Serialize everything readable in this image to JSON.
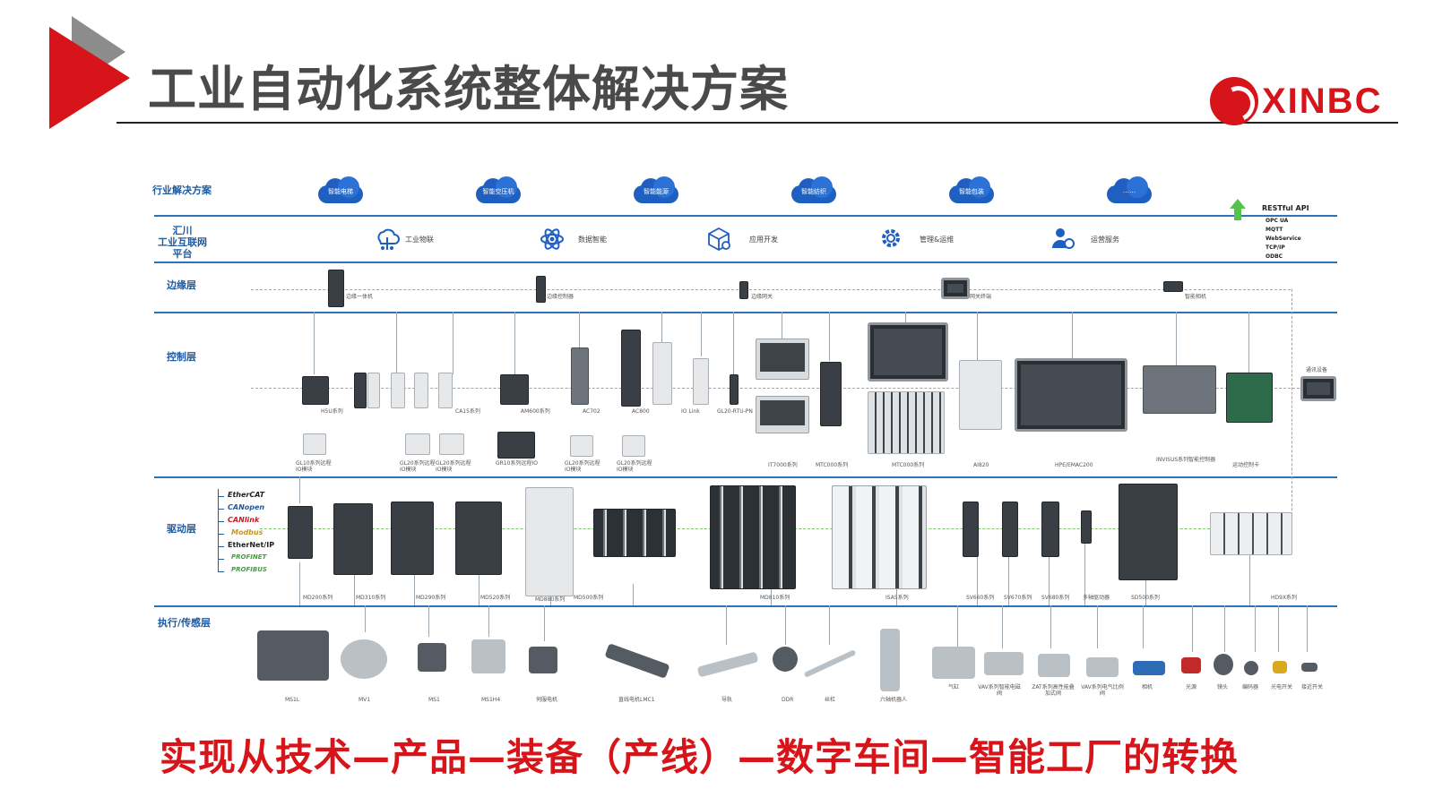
{
  "header": {
    "title": "工业自动化系统整体解决方案",
    "logo_text": "XINBC"
  },
  "layers": {
    "industry": "行业解决方案",
    "platform": [
      "汇川",
      "工业互联网",
      "平台"
    ],
    "edge": "边缘层",
    "control": "控制层",
    "drive": "驱动层",
    "actuator": "执行/传感层"
  },
  "clouds": [
    "智能电梯",
    "智能空压机",
    "智能能源",
    "智能纺织",
    "智能包装",
    "……"
  ],
  "platform_items": [
    "工业物联",
    "数据智能",
    "应用开发",
    "管理&运维",
    "运营服务"
  ],
  "api": {
    "title": "RESTful API",
    "items": [
      "OPC UA",
      "MQTT",
      "WebService",
      "TCP/IP",
      "ODBC"
    ]
  },
  "edge_items": [
    "边缘一体机",
    "边缘控制器",
    "边缘网关",
    "网关终端",
    "智能相机"
  ],
  "control_items": {
    "top": [
      "H5U系列",
      "CA15系列",
      "AM600系列",
      "AC702",
      "AC800",
      "IO Link",
      "GL20-RTU-PN",
      "IT7000系列",
      "MTC000系列",
      "MTC000系列",
      "AI820",
      "HPE/EMAC200",
      "INVISUS系列智能控制器",
      "运动控制卡",
      "通讯设备"
    ],
    "bottom": [
      "GL10系列远程IO模块",
      "GL20系列远程IO模块",
      "GL20系列远程IO模块",
      "GR10系列远程IO",
      "GL20系列远程IO模块",
      "GL20系列远程IO模块"
    ]
  },
  "bus": [
    "EtherCAT",
    "CANopen",
    "CANlink",
    "Modbus",
    "EtherNet/IP",
    "PROFINET",
    "PROFIBUS"
  ],
  "drive_items": [
    "MD200系列",
    "MD310系列",
    "MD290系列",
    "MD520系列",
    "MD880系列",
    "MD500系列",
    "MD810系列",
    "ISA5系列",
    "SV660系列",
    "SV670系列",
    "SV680系列",
    "多轴驱动器",
    "SD500系列",
    "HD9X系列"
  ],
  "actuator_items": [
    "MS1L",
    "MV1",
    "MS1",
    "MS1H4",
    "伺服电机",
    "直线电机LMC1",
    "导轨",
    "DDR",
    "丝杠",
    "六轴机器人",
    "气缸",
    "VAV系列智能电磁阀",
    "ZAT系列高性能叠加式阀",
    "VAV系列电气比例阀",
    "相机",
    "光源",
    "镜头",
    "编码器",
    "光电开关",
    "接近开关"
  ],
  "colors": {
    "brand_red": "#d7141a",
    "layer_blue": "#1e5aa0",
    "bus_green": "#7cc36a",
    "cloud_blue": "#1f5fbf"
  },
  "slogan": "实现从技术—产品—装备（产线）—数字车间—智能工厂的转换"
}
